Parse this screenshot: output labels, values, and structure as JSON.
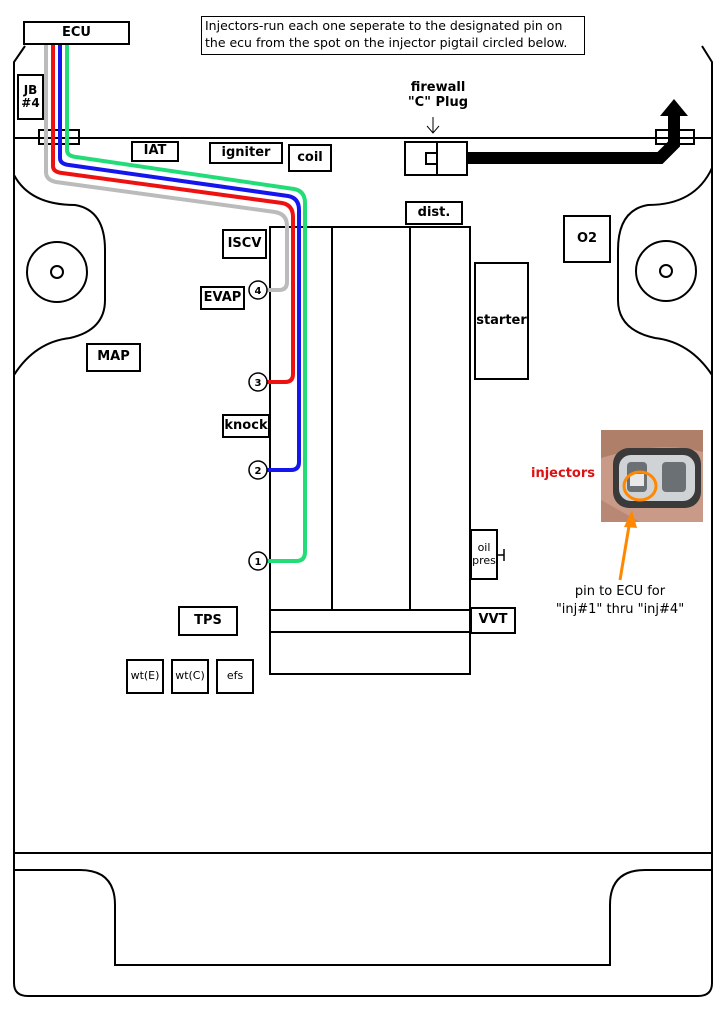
{
  "note": {
    "line1": "Injectors-run each one seperate to the designated pin on",
    "line2": "the ecu from the spot on the injector pigtail circled below."
  },
  "labels": {
    "ecu": "ECU",
    "jb_line1": "JB",
    "jb_line2": "#4",
    "iat": "IAT",
    "igniter": "igniter",
    "coil": "coil",
    "firewall_line1": "firewall",
    "firewall_line2": "\"C\" Plug",
    "dist": "dist.",
    "o2": "O2",
    "iscv": "ISCV",
    "evap": "EVAP",
    "starter": "starter",
    "map": "MAP",
    "knock": "knock",
    "oil_line1": "oil",
    "oil_line2": "pres",
    "vvt": "VVT",
    "tps": "TPS",
    "wte": "wt(E)",
    "wtc": "wt(C)",
    "efs": "efs",
    "injectors": "injectors",
    "pin_line1": "pin to ECU for",
    "pin_line2": "\"inj#1\" thru \"inj#4\""
  },
  "pins": {
    "p1": "1",
    "p2": "2",
    "p3": "3",
    "p4": "4"
  },
  "colors": {
    "wire_inj1": "#22dd77",
    "wire_inj2": "#1515ee",
    "wire_inj3": "#ee1111",
    "wire_inj4": "#bbbbbb",
    "injectors_text": "#dd1111",
    "highlight": "#ff8800"
  }
}
